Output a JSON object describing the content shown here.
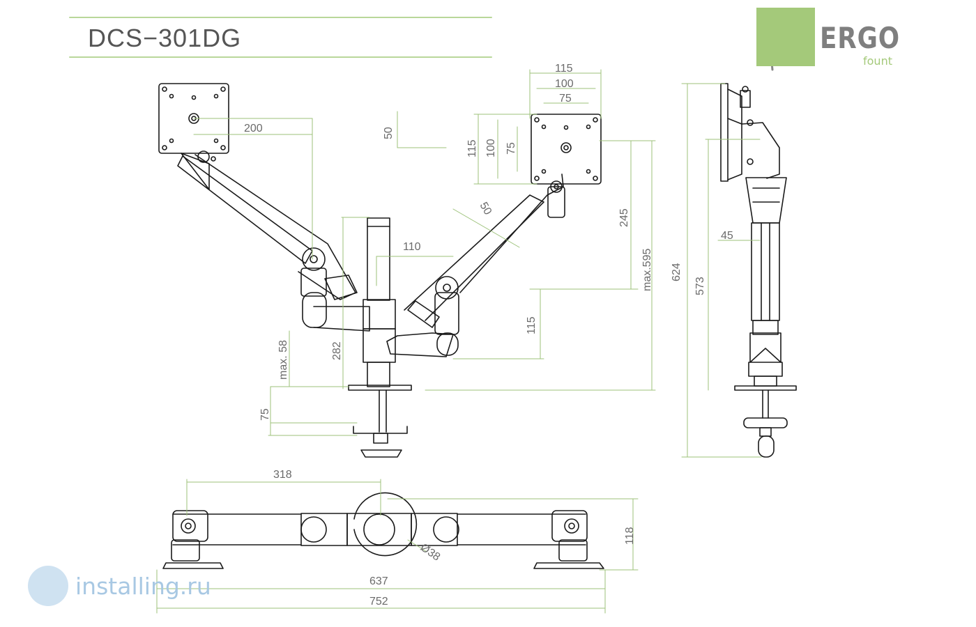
{
  "title": "DCS−301DG",
  "logo": {
    "brand": "ERGO",
    "sub": "fount",
    "color": "#a4c97a"
  },
  "watermark": {
    "text": "installing.ru",
    "color": "#a8c8e3"
  },
  "colors": {
    "accent_green": "#a4c97a",
    "dim_line": "#9dc27a",
    "drawing": "#1a1a1a"
  },
  "dimensions": {
    "arm_reach_200": "200",
    "pivot_offset_50": "50",
    "pivot_offset_50b": "50",
    "vesa_115": "115",
    "vesa_100": "100",
    "vesa_75": "75",
    "vesa_v_115": "115",
    "vesa_v_100": "100",
    "vesa_v_75": "75",
    "pole_offset_110": "110",
    "height_245": "245",
    "height_max595": "max.595",
    "height_624": "624",
    "height_573": "573",
    "pole_282": "282",
    "arm_115": "115",
    "desk_max58": "max. 58",
    "clamp_75": "75",
    "side_45": "45",
    "top_318": "318",
    "top_118": "118",
    "top_637": "637",
    "top_752": "752",
    "pole_dia": "Ø38"
  }
}
